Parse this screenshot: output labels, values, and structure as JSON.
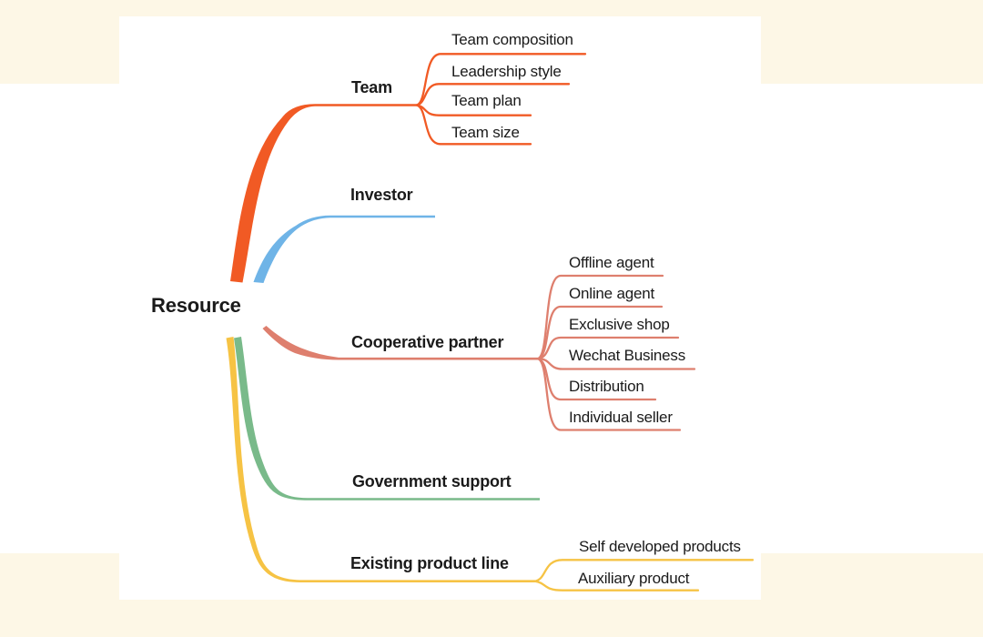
{
  "colors": {
    "page_background": "#fdf7e6",
    "panel_white": "#ffffff",
    "text": "#1a1a1a"
  },
  "mindmap": {
    "root": {
      "label": "Resource"
    },
    "branches": [
      {
        "label": "Team",
        "color": "#f15a24",
        "children": [
          {
            "label": "Team composition"
          },
          {
            "label": "Leadership style"
          },
          {
            "label": "Team plan"
          },
          {
            "label": "Team size"
          }
        ]
      },
      {
        "label": "Investor",
        "color": "#6fb4e7",
        "children": []
      },
      {
        "label": "Cooperative partner",
        "color": "#de7f6e",
        "children": [
          {
            "label": "Offline agent"
          },
          {
            "label": "Online agent"
          },
          {
            "label": "Exclusive shop"
          },
          {
            "label": "Wechat Business"
          },
          {
            "label": "Distribution"
          },
          {
            "label": "Individual seller"
          }
        ]
      },
      {
        "label": "Government support",
        "color": "#79ba8a",
        "children": []
      },
      {
        "label": "Existing product line",
        "color": "#f6c344",
        "children": [
          {
            "label": "Self developed products"
          },
          {
            "label": "Auxiliary product"
          }
        ]
      }
    ]
  }
}
